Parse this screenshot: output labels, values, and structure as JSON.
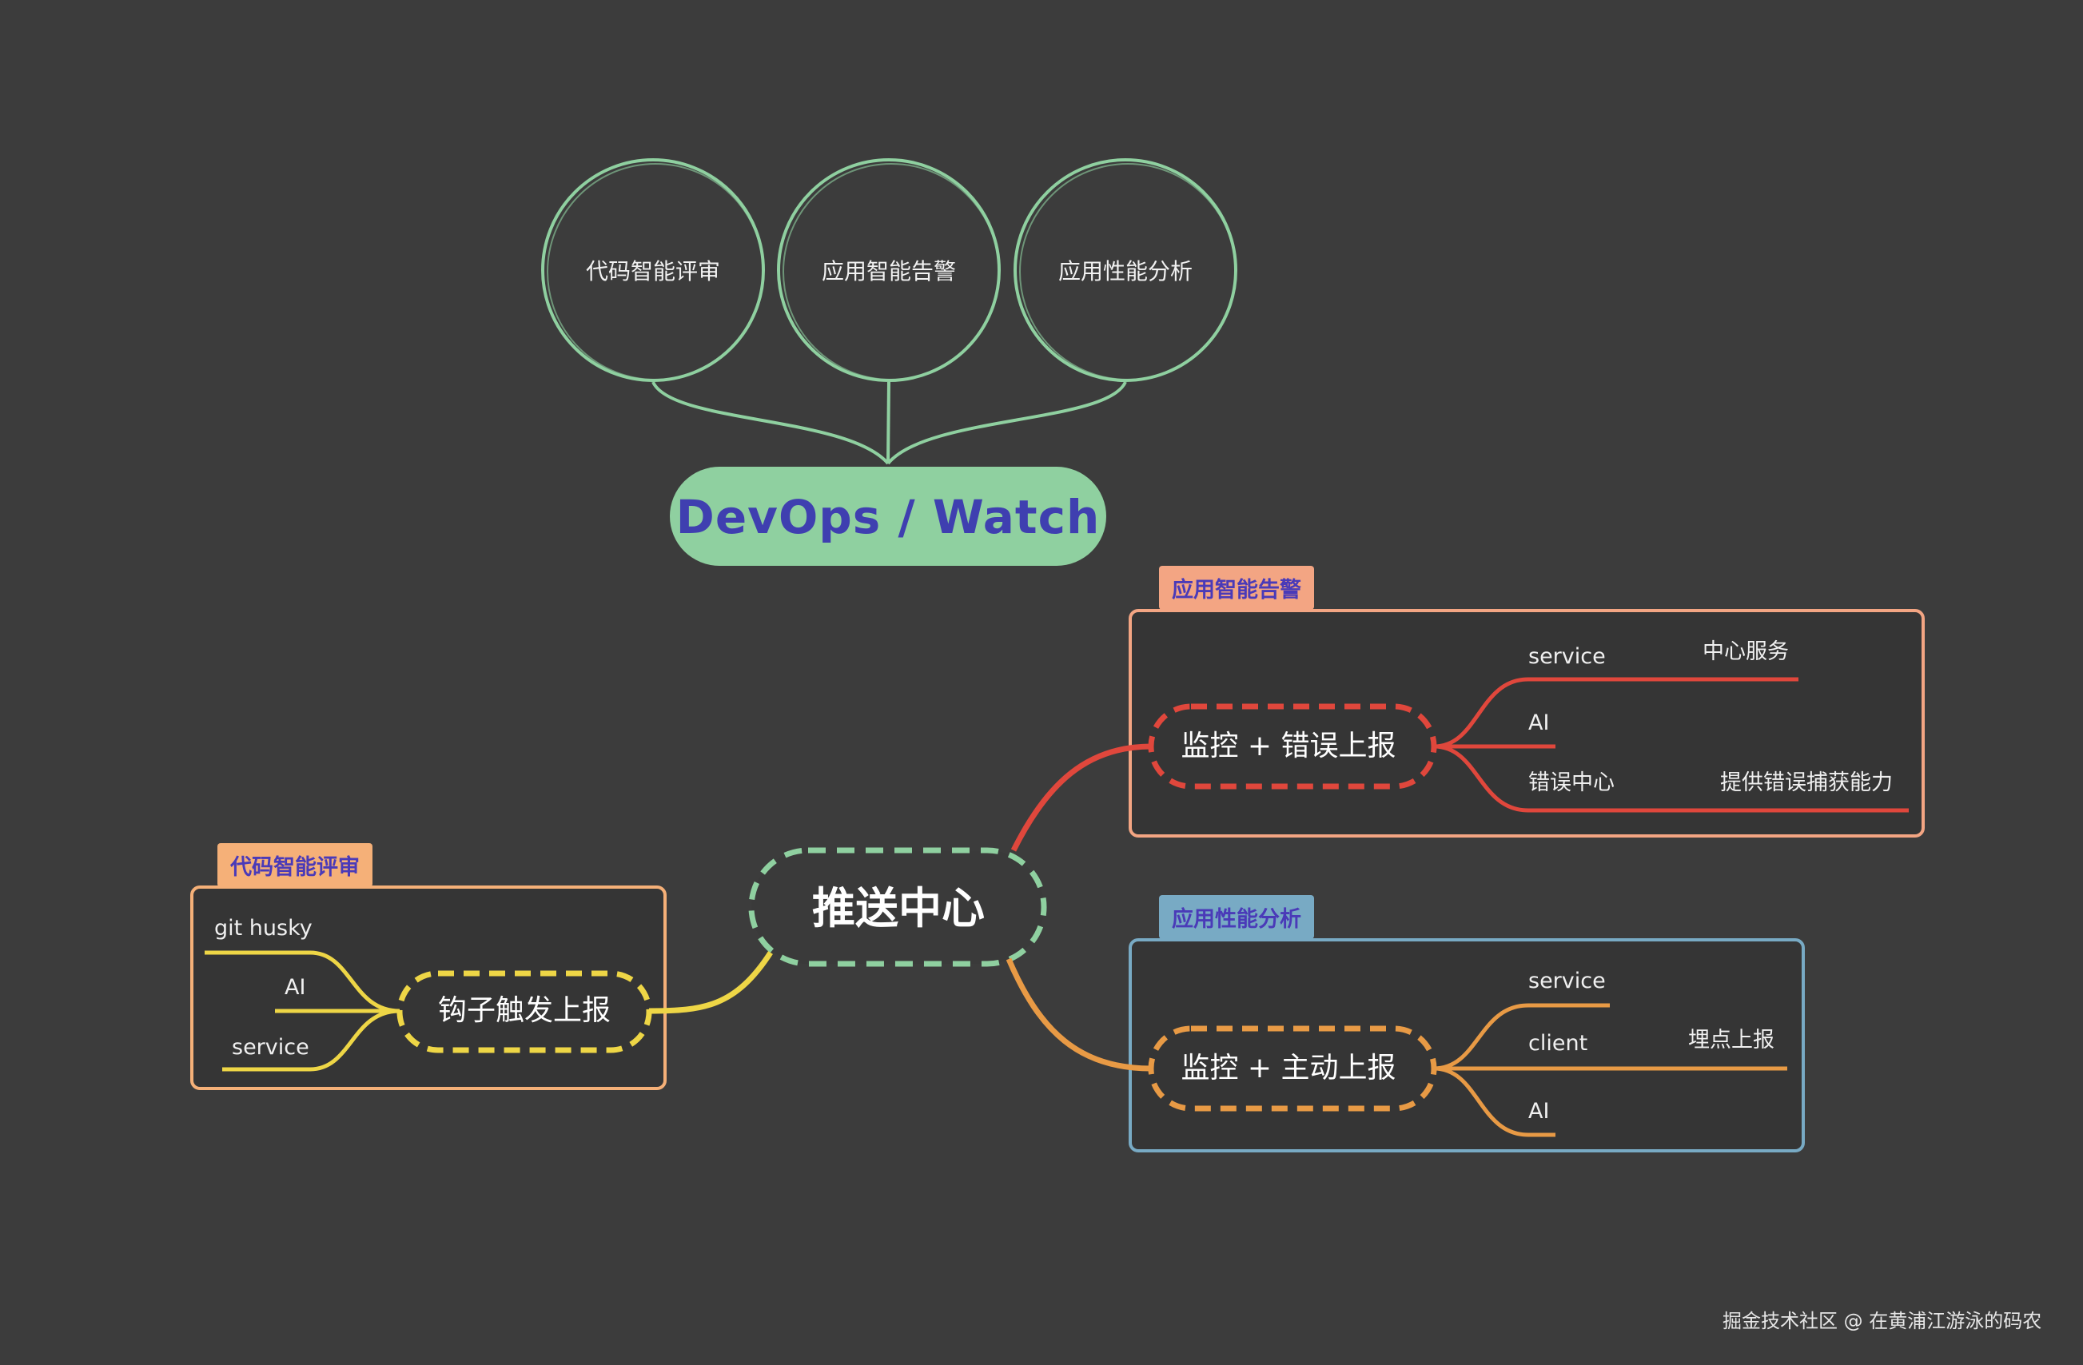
{
  "root": {
    "label": "DevOps / Watch"
  },
  "circles": [
    "代码智能评审",
    "应用智能告警",
    "应用性能分析"
  ],
  "hub": {
    "label": "推送中心"
  },
  "groups": {
    "alert": {
      "tag": "应用智能告警",
      "node": "监控 + 错误上报",
      "leaves": [
        {
          "label": "service",
          "detail": "中心服务"
        },
        {
          "label": "AI",
          "detail": ""
        },
        {
          "label": "错误中心",
          "detail": "提供错误捕获能力"
        }
      ]
    },
    "performance": {
      "tag": "应用性能分析",
      "node": "监控 + 主动上报",
      "leaves": [
        {
          "label": "service",
          "detail": ""
        },
        {
          "label": "client",
          "detail": "埋点上报"
        },
        {
          "label": "AI",
          "detail": ""
        }
      ]
    },
    "review": {
      "tag": "代码智能评审",
      "node": "钩子触发上报",
      "leaves": [
        {
          "label": "git husky"
        },
        {
          "label": "AI"
        },
        {
          "label": "service"
        }
      ]
    }
  },
  "colors": {
    "background": "#3c3c3c",
    "green": "#8fd0a0",
    "red": "#e0473c",
    "orange": "#e89a45",
    "yellow": "#eed646",
    "salmon": "#f3a583",
    "blue": "#78aac4",
    "tan": "#f5b078",
    "root_text": "#3f3fb0"
  },
  "watermark": "掘金技术社区 @ 在黄浦江游泳的码农"
}
